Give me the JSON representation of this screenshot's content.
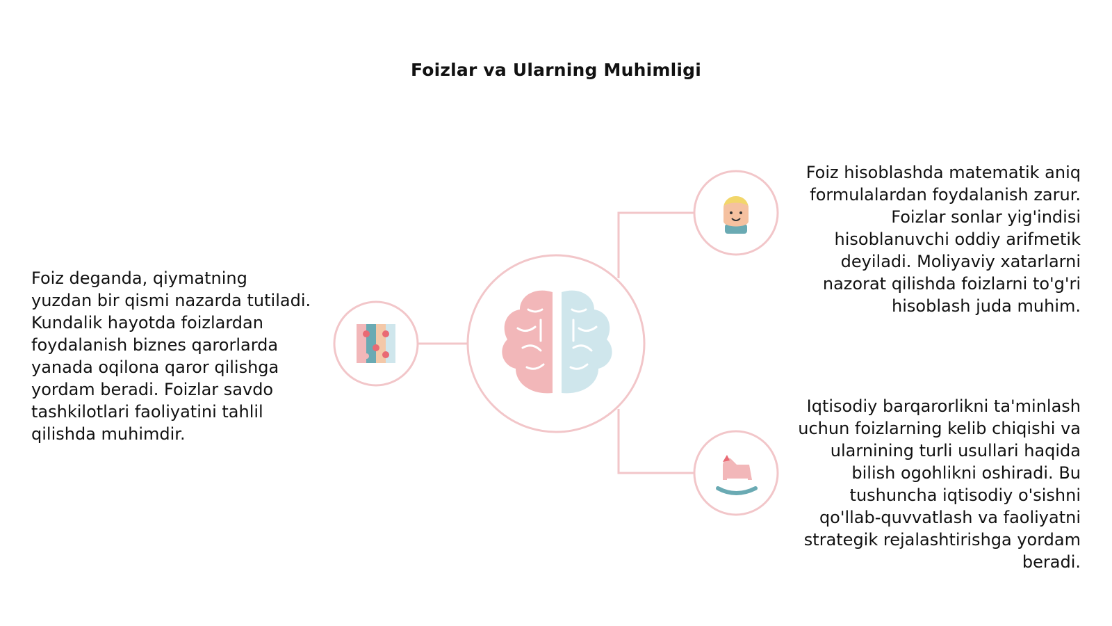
{
  "title": "Foizlar va Ularning Muhimligi",
  "accent_color": "#f2c6c9",
  "blocks": {
    "left": "Foiz deganda, qiymatning yuzdan bir qismi nazarda tutiladi. Kundalik hayotda foizlardan foydalanish biznes qarorlarda yanada oqilona qaror qilishga yordam beradi. Foizlar savdo tashkilotlari faoliyatini tahlil qilishda muhimdir.",
    "right_top": "Foiz hisoblashda matematik aniq formulalardan foydalanish zarur. Foizlar sonlar yig'indisi hisoblanuvchi oddiy arifmetik deyiladi. Moliyaviy xatarlarni nazorat qilishda foizlarni to'g'ri hisoblash juda muhim.",
    "right_bottom": "Iqtisodiy barqarorlikni ta'minlash uchun foizlarning kelib chiqishi va ularnining turli usullari haqida bilish ogohlikni oshiradi. Bu tushuncha iqtisodiy o'sishni qo'llab-quvvatlash va faoliyatni strategik rejalashtirishga yordam beradi."
  },
  "icons": {
    "center": "brain-icon",
    "left": "puzzle-icon",
    "top_right": "child-face-icon",
    "bottom_right": "rocking-horse-icon"
  }
}
